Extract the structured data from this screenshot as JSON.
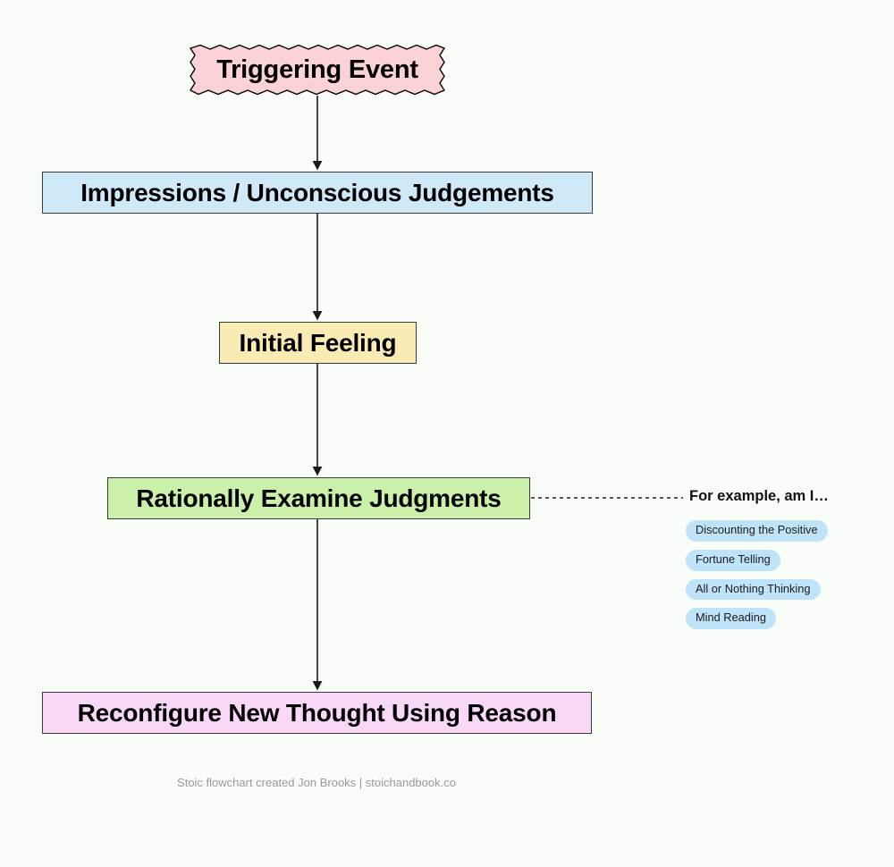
{
  "diagram": {
    "type": "flowchart",
    "orientation": "vertical",
    "background_color": "#f8fdf7",
    "nodes": [
      {
        "id": "trigger",
        "label": "Triggering Event",
        "shape": "zigzag-burst",
        "fill_color": "#fbd2d6",
        "border_color": "#000000"
      },
      {
        "id": "impressions",
        "label": "Impressions / Unconscious Judgements",
        "shape": "rectangle",
        "fill_color": "#cfe9f9",
        "border_color": "#3a3a3a"
      },
      {
        "id": "feeling",
        "label": "Initial Feeling",
        "shape": "rectangle",
        "fill_color": "#faeab4",
        "border_color": "#3a3a3a"
      },
      {
        "id": "examine",
        "label": "Rationally Examine Judgments",
        "shape": "rectangle",
        "fill_color": "#caf0a9",
        "border_color": "#3a3a3a"
      },
      {
        "id": "reconfigure",
        "label": "Reconfigure New Thought Using Reason",
        "shape": "rectangle",
        "fill_color": "#f9d8f7",
        "border_color": "#3a3a3a"
      }
    ],
    "edges": [
      {
        "from": "trigger",
        "to": "impressions",
        "style": "solid-arrow"
      },
      {
        "from": "impressions",
        "to": "feeling",
        "style": "solid-arrow"
      },
      {
        "from": "feeling",
        "to": "examine",
        "style": "solid-arrow"
      },
      {
        "from": "examine",
        "to": "reconfigure",
        "style": "solid-arrow"
      },
      {
        "from": "examine",
        "to": "branch_label",
        "style": "dotted-line"
      }
    ]
  },
  "branch": {
    "label": "For example, am I…",
    "pill_color": "#bfe4fa",
    "pills": [
      {
        "label": "Discounting the Positive"
      },
      {
        "label": "Fortune Telling"
      },
      {
        "label": "All or Nothing Thinking"
      },
      {
        "label": "Mind Reading"
      }
    ]
  },
  "footer": {
    "credit": "Stoic flowchart created Jon Brooks | stoichandbook.co"
  }
}
